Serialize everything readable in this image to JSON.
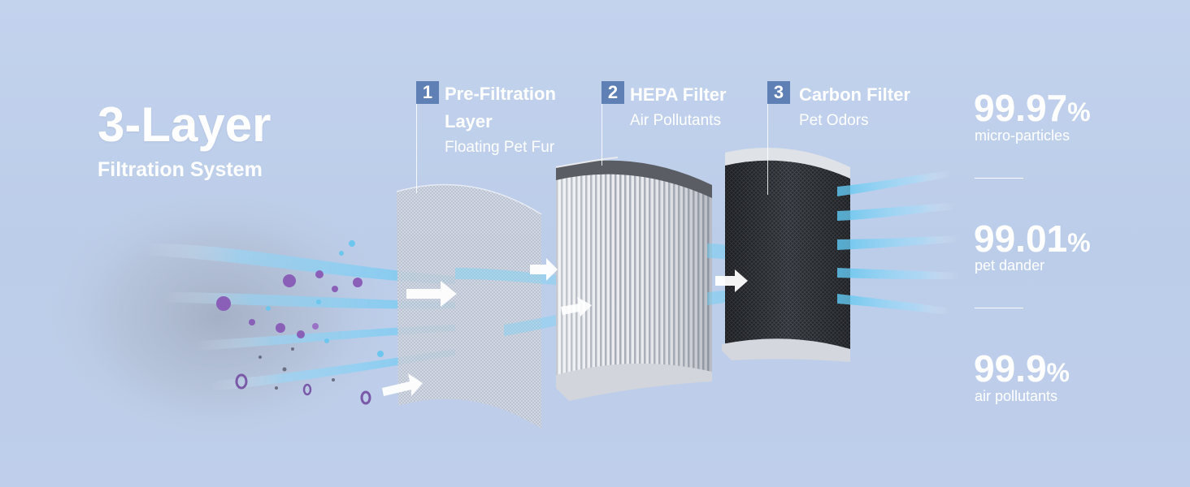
{
  "headline": {
    "title": "3-Layer",
    "subtitle": "Filtration System"
  },
  "layers": [
    {
      "number": "1",
      "title_line1": "Pre-Filtration",
      "title_line2": "Layer",
      "description": "Floating Pet Fur"
    },
    {
      "number": "2",
      "title_line1": "HEPA Filter",
      "description": "Air Pollutants"
    },
    {
      "number": "3",
      "title_line1": "Carbon Filter",
      "description": "Pet Odors"
    }
  ],
  "stats": [
    {
      "value": "99.97",
      "unit": "%",
      "label": "micro-particles"
    },
    {
      "value": "99.01",
      "unit": "%",
      "label": "pet dander"
    },
    {
      "value": "99.9",
      "unit": "%",
      "label": "air pollutants"
    }
  ],
  "colors": {
    "background": "#c3d3ee",
    "number_badge": "#5f80b5",
    "text": "#ffffff",
    "airflow": "#5cc3ee",
    "particles": "#8a5fb8"
  }
}
